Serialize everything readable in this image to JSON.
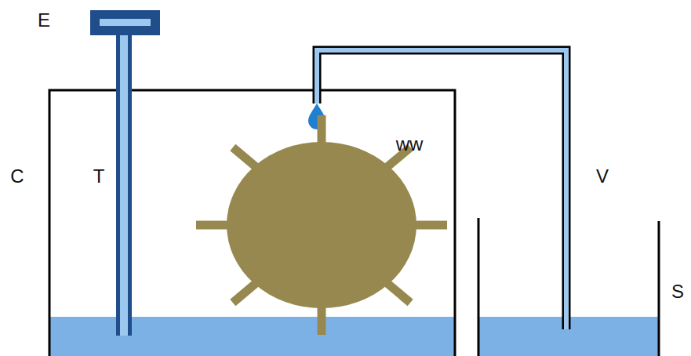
{
  "diagram": {
    "labels": [
      "E",
      "C",
      "T",
      "ww",
      "V",
      "S"
    ]
  }
}
